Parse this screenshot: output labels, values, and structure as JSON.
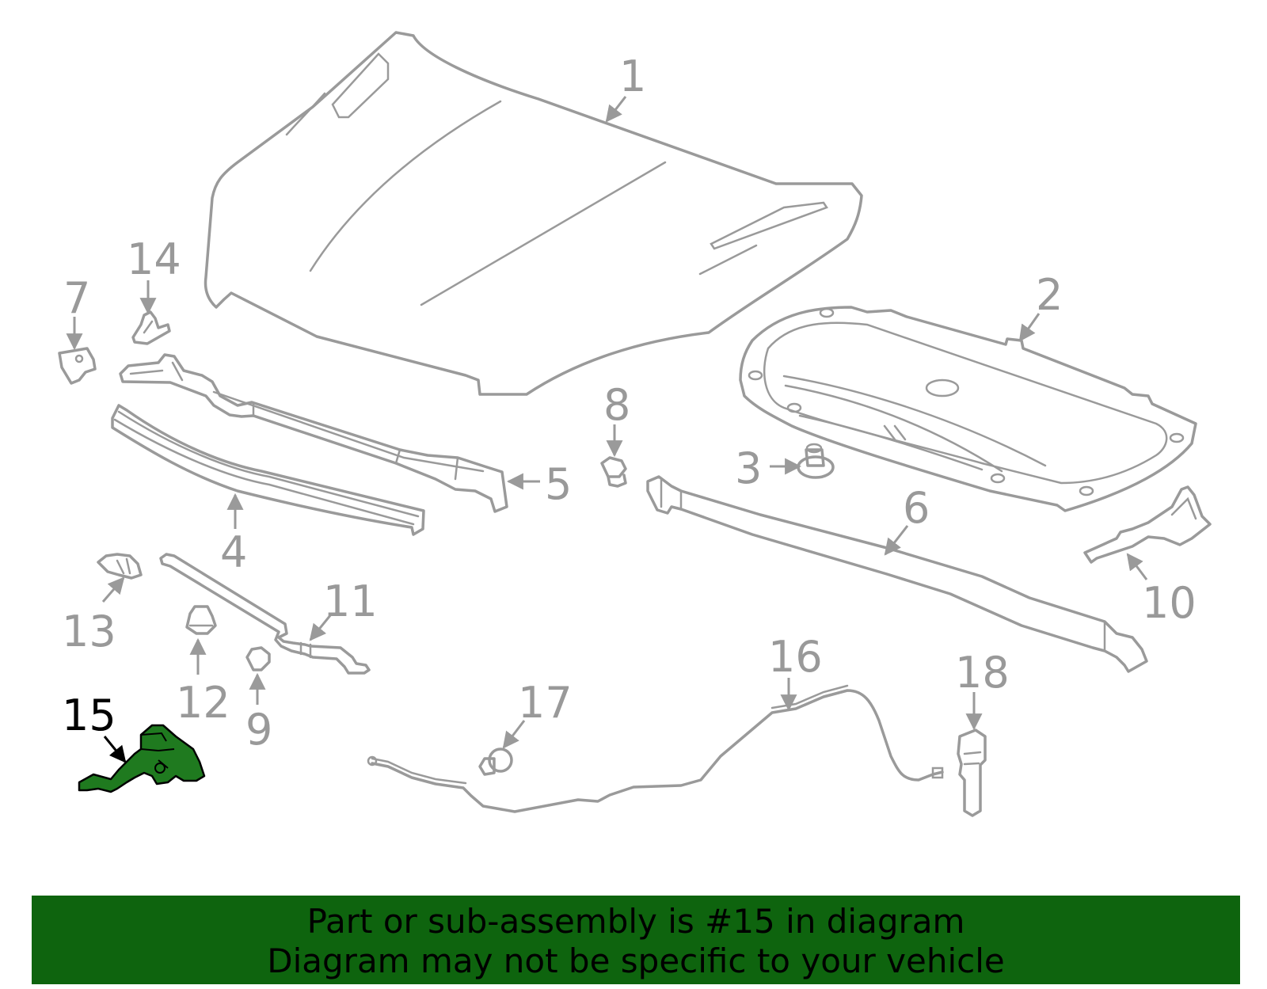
{
  "diagram": {
    "highlighted_part": "15",
    "highlight_color": "#1f7a1f",
    "line_color": "#9a9a9a",
    "callouts": [
      "1",
      "2",
      "3",
      "4",
      "5",
      "6",
      "7",
      "8",
      "9",
      "10",
      "11",
      "12",
      "13",
      "14",
      "15",
      "16",
      "17",
      "18"
    ]
  },
  "banner": {
    "line1": "Part or sub-assembly is #15 in diagram",
    "line2": "Diagram may not be specific to your vehicle",
    "background": "#0e640e"
  }
}
